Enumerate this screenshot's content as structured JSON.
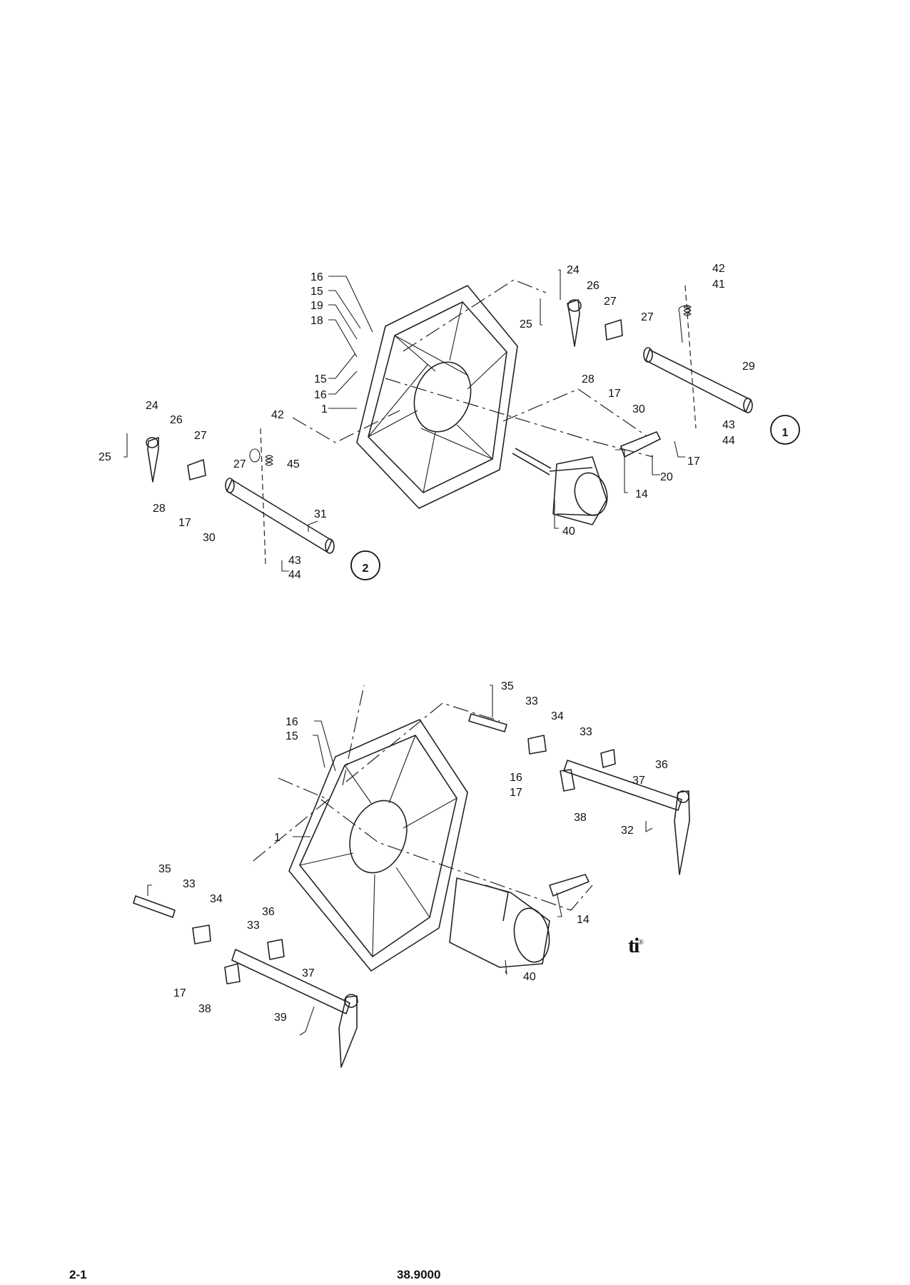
{
  "footer": {
    "page_number": "2-1",
    "document_number": "38.9000"
  },
  "brand": {
    "mark": "ti",
    "registered": "®"
  },
  "upper_assembly": {
    "variant_labels": [
      "1",
      "2"
    ],
    "callouts": [
      "16",
      "15",
      "19",
      "18",
      "15",
      "16",
      "1",
      "24",
      "26",
      "25",
      "27",
      "27",
      "28",
      "17",
      "30",
      "29",
      "42",
      "41",
      "43",
      "44",
      "20",
      "14",
      "17",
      "40",
      "24",
      "26",
      "27",
      "25",
      "27",
      "28",
      "17",
      "30",
      "31",
      "42",
      "45",
      "43",
      "44"
    ]
  },
  "lower_assembly": {
    "callouts": [
      "16",
      "15",
      "1",
      "35",
      "33",
      "34",
      "33",
      "16",
      "17",
      "36",
      "37",
      "38",
      "32",
      "14",
      "40",
      "35",
      "33",
      "34",
      "33",
      "36",
      "37",
      "17",
      "38",
      "39"
    ]
  }
}
